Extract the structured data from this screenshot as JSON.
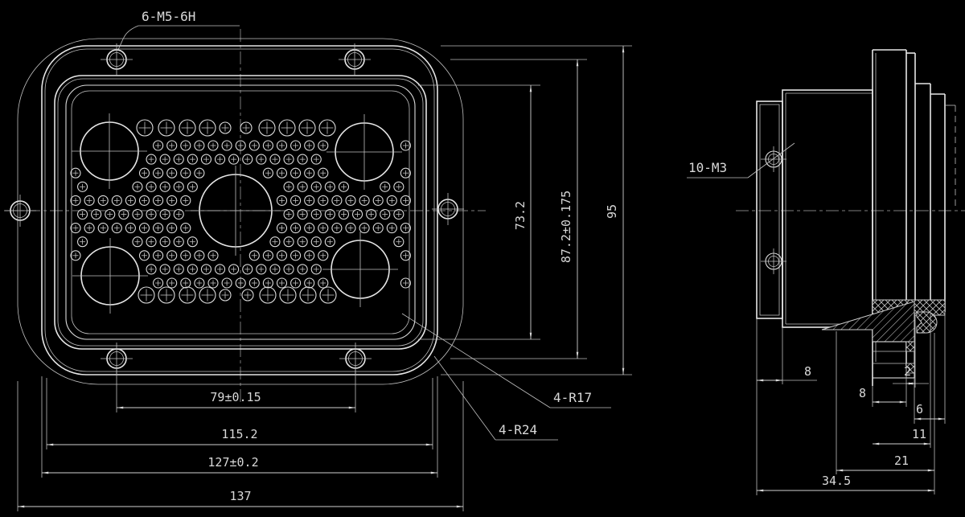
{
  "colors": {
    "background": "#000000",
    "line": "#e6e6e6"
  },
  "front_view": {
    "thread_callout": "6-M5-6H",
    "radius_callout_r17": "4-R17",
    "radius_callout_r24": "4-R24",
    "dim_hole_spacing_h": "79±0.15",
    "dim_insert_width": "115.2",
    "dim_flange_width": "127±0.2",
    "dim_overall_width": "137",
    "dim_insert_height": "73.2",
    "dim_hole_spacing_v": "87.2±0.175",
    "dim_flange_height": "95"
  },
  "side_view": {
    "thread_callout": "10-M3",
    "dim_flange_thickness": "8",
    "dim_rear_step": "2",
    "dim_body_depth": "8",
    "dim_seal_depth": "6",
    "dim_rear_depth": "11",
    "dim_insert_depth": "21",
    "dim_overall_depth": "34.5"
  }
}
